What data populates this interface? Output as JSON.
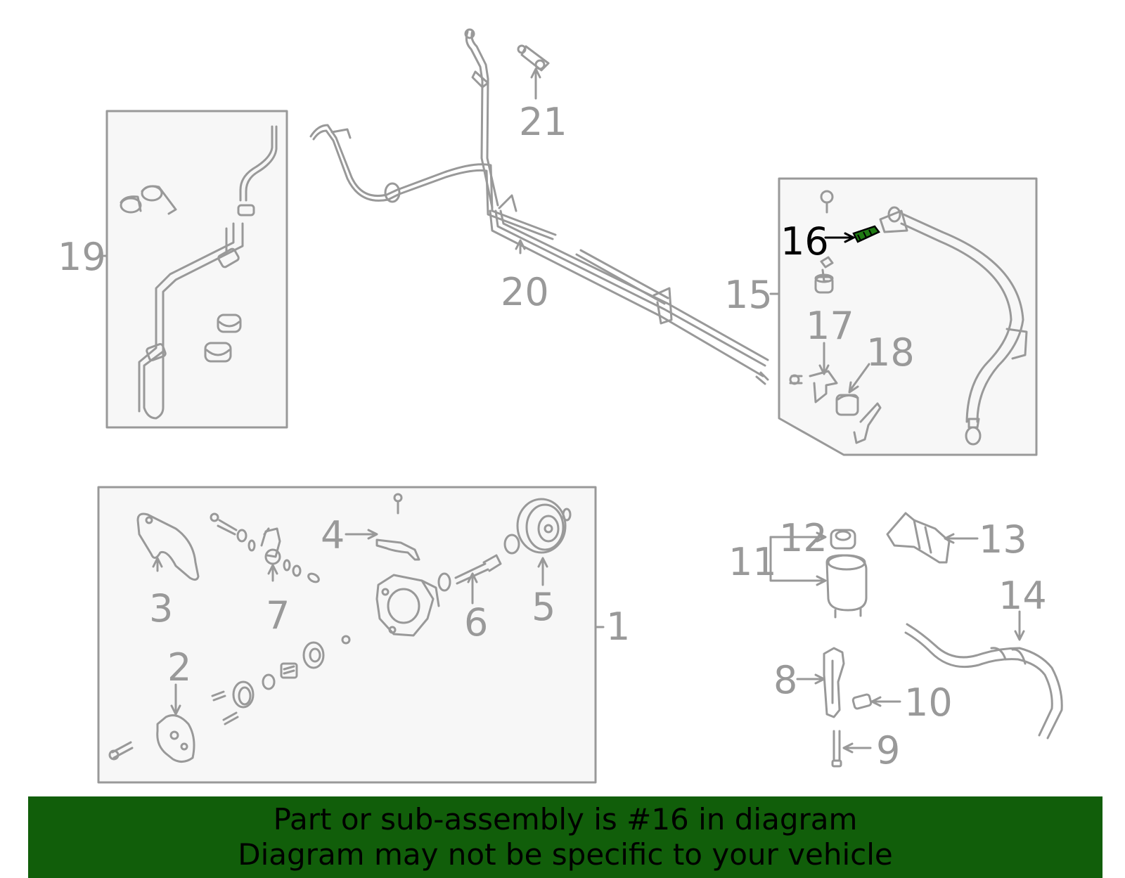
{
  "colors": {
    "line": "#999999",
    "fill_box": "#f7f7f7",
    "highlight": "#1f7a12",
    "highlight_text": "#000000",
    "banner": "#115e0a"
  },
  "callouts": {
    "n1": "1",
    "n2": "2",
    "n3": "3",
    "n4": "4",
    "n5": "5",
    "n6": "6",
    "n7": "7",
    "n8": "8",
    "n9": "9",
    "n10": "10",
    "n11": "11",
    "n12": "12",
    "n13": "13",
    "n14": "14",
    "n15": "15",
    "n16": "16",
    "n17": "17",
    "n18": "18",
    "n19": "19",
    "n20": "20",
    "n21": "21"
  },
  "highlighted_part": "16",
  "banner": {
    "line1": "Part or sub-assembly is #16 in diagram",
    "line2": "Diagram may not be specific to your vehicle"
  }
}
